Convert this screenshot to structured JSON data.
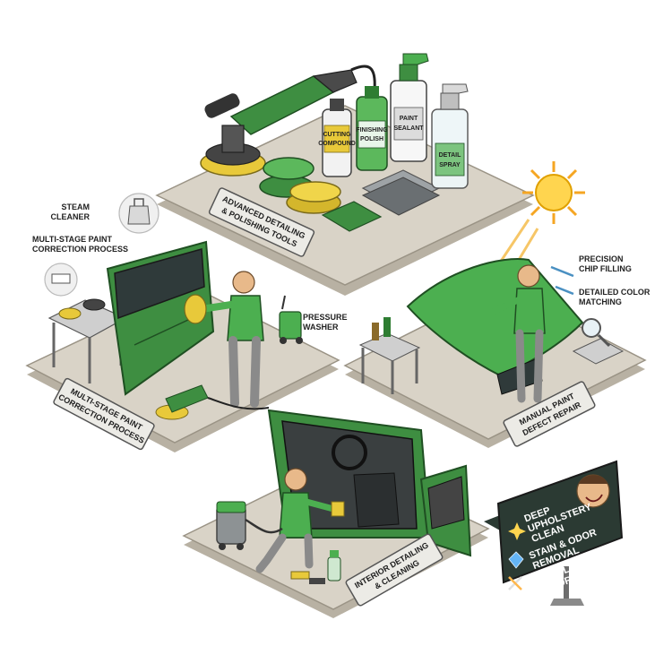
{
  "top_station": {
    "sign": [
      "ADVANCED DETAILING",
      "& POLISHING TOOLS"
    ],
    "bottles": [
      [
        "CUTTING",
        "COMPOUND"
      ],
      [
        "FINISHING",
        "POLISH"
      ],
      [
        "PAINT",
        "SEALANT"
      ],
      [
        "DETAIL",
        "SPRAY"
      ]
    ]
  },
  "left_station": {
    "sign": [
      "MULTI-STAGE PAINT",
      "CORRECTION PROCESS"
    ],
    "callouts": {
      "steam": [
        "STEAM",
        "CLEANER"
      ],
      "process": [
        "MULTI-STAGE PAINT",
        "CORRECTION PROCESS"
      ],
      "pressure": [
        "PRESSURE",
        "WASHER"
      ]
    }
  },
  "right_station": {
    "sign": [
      "MANUAL PAINT",
      "DEFECT REPAIR"
    ],
    "callouts": {
      "chip": [
        "PRECISION",
        "CHIP FILLING"
      ],
      "color": [
        "DETAILED COLOR",
        "MATCHING"
      ]
    }
  },
  "bottom_station": {
    "sign": [
      "INTERIOR DETAILING",
      "& CLEANING"
    ]
  },
  "info_board": {
    "items": [
      [
        "DEEP",
        "UPHOLSTERY",
        "CLEAN"
      ],
      [
        "STAIN & ODOR",
        "REMOVAL"
      ],
      [
        "CONSOLE",
        "RESTORATION"
      ]
    ]
  },
  "colors": {
    "platform": "#d9d3c7",
    "platform_side": "#b8b1a3",
    "accent_green": "#4caf50",
    "dark_green": "#2e7d32",
    "board": "#2b3a33"
  }
}
